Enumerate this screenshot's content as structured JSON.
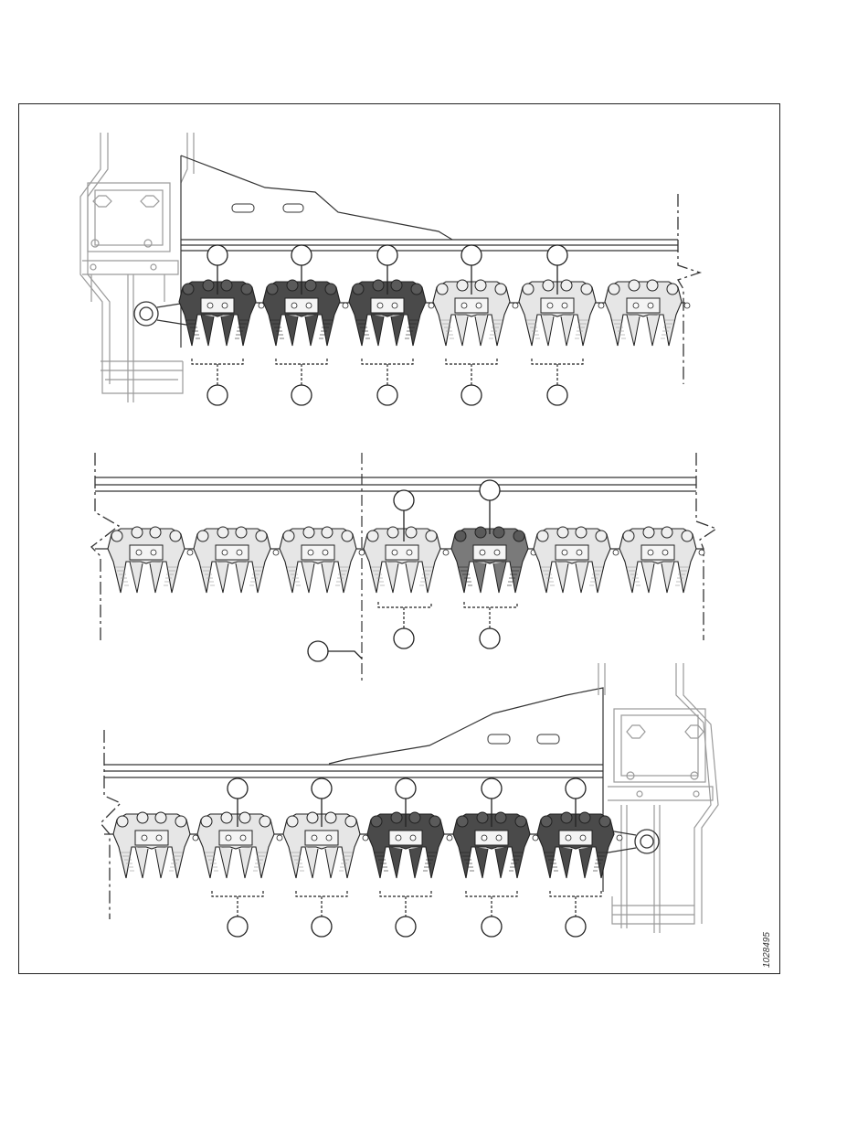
{
  "figure": {
    "id_label": "1028495"
  },
  "panels": [
    {
      "name": "left-end",
      "guards": [
        {
          "style": "dark"
        },
        {
          "style": "dark"
        },
        {
          "style": "dark"
        },
        {
          "style": "light"
        },
        {
          "style": "light"
        },
        {
          "style": "light"
        }
      ],
      "top_callouts": 5,
      "bottom_callouts": 5
    },
    {
      "name": "center-split",
      "guards": [
        {
          "style": "light"
        },
        {
          "style": "light"
        },
        {
          "style": "light"
        },
        {
          "style": "light"
        },
        {
          "style": "medium"
        },
        {
          "style": "light"
        },
        {
          "style": "light"
        }
      ],
      "top_callouts": 2,
      "bottom_callouts": 2,
      "split_line_callout": 1
    },
    {
      "name": "right-end",
      "guards": [
        {
          "style": "light"
        },
        {
          "style": "light"
        },
        {
          "style": "light"
        },
        {
          "style": "dark"
        },
        {
          "style": "dark"
        },
        {
          "style": "dark"
        }
      ],
      "top_callouts": 5,
      "bottom_callouts": 5
    }
  ],
  "colors": {
    "outline": "#222222",
    "light_guard": "#e6e6e6",
    "dark_guard": "#4a4a4a",
    "medium_guard": "#7a7a7a",
    "frame_grey": "#9a9a9a"
  }
}
